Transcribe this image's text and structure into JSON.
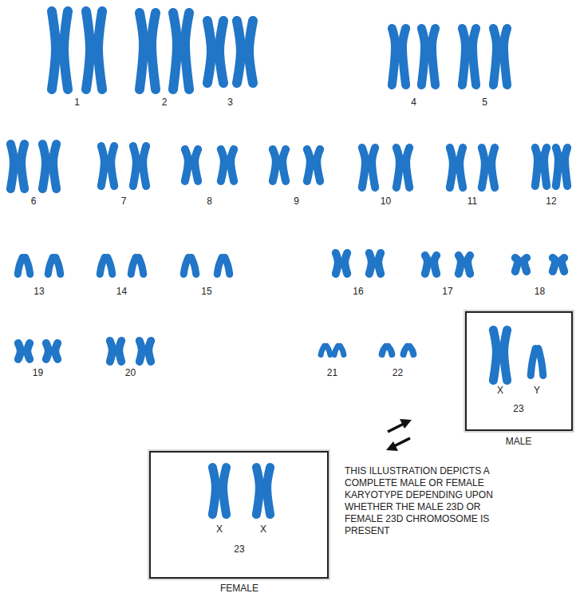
{
  "diagram": {
    "nodes": [
      {
        "text": [
          "X",
          "Y",
          "23",
          "MALE"
        ]
      },
      {
        "text": [
          "X",
          "X",
          "23",
          "FEMALE"
        ]
      }
    ],
    "labels": [
      "1",
      "2",
      "3",
      "4",
      "5",
      "6",
      "7",
      "8",
      "9",
      "10",
      "11",
      "12",
      "13",
      "14",
      "15",
      "16",
      "17",
      "18",
      "19",
      "20",
      "21",
      "22",
      "THIS ILLUSTRATION DEPICTS A COMPLETE MALE OR FEMALE KARYOTYPE DEPENDING UPON WHETHER THE MALE 23D OR FEMALE 23D CHROMOSOME IS PRESENT"
    ]
  }
}
